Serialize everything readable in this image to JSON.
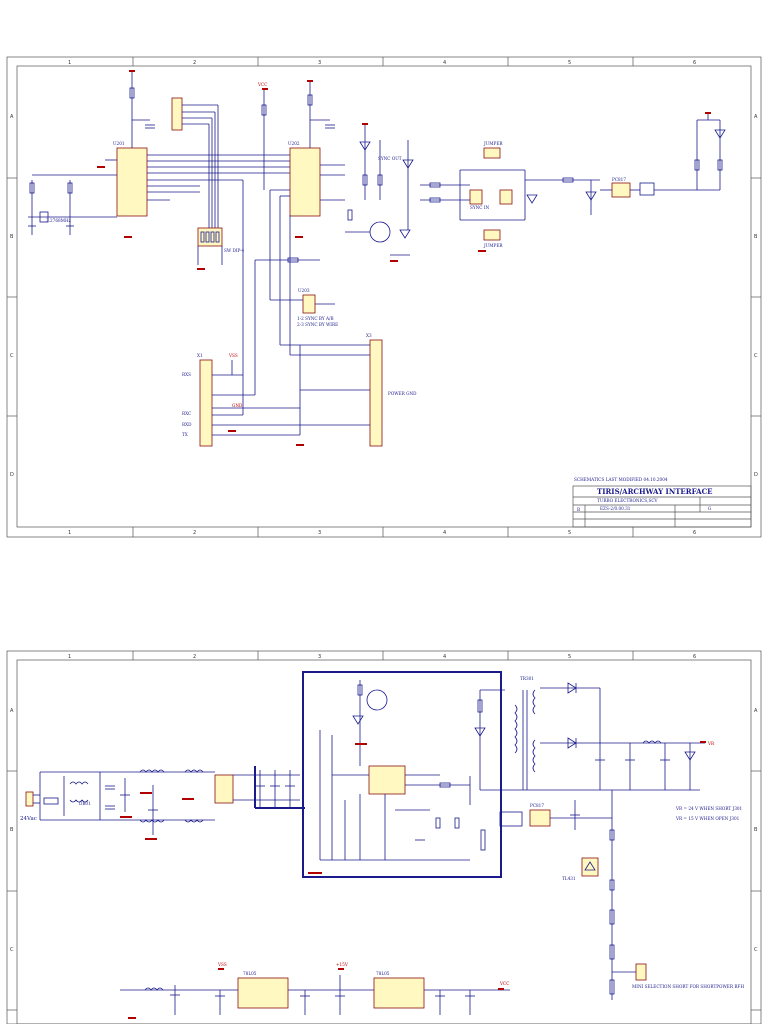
{
  "sheet1": {
    "title_block": {
      "last_modified": "SCHEMATICS LAST MODIFIED 04.10.2004",
      "title": "TIRIS/ARCHWAY INTERFACE",
      "company": "TURBO ELECTRONICS,SCV",
      "size": "B",
      "drawing": "EZS-2/0.00.31",
      "rev": "G"
    },
    "labels": {
      "u201": "U201",
      "u202": "U202",
      "u203": "U203",
      "sw201": "SW DIP-4",
      "x1": "X1",
      "x3": "X3",
      "crystal": "3.2768MHz",
      "opto": "PC817",
      "sync_led": "SYNC OUT",
      "sync_in": "SYNC IN",
      "jumper_a": "JUMPER",
      "jumper_b": "JUMPER",
      "sync_note_1": "1-2 SYNC BY A/B",
      "sync_note_2": "2-3 SYNC BY WIRE",
      "rxs": "RXS",
      "rxd": "RXD",
      "txd": "TX",
      "rxc": "RXC",
      "power_gnd": "POWER GND",
      "vcc": "VCC",
      "vss": "VSS",
      "gnd": "GND"
    }
  },
  "sheet2": {
    "labels": {
      "input": "24Vac",
      "bridge": "DB01",
      "transformer": "TR301",
      "opto": "PC817",
      "ref": "TL431",
      "vr": "VR",
      "note_24": "VR = 24 V WHEN SHORT J301",
      "note_15": "VR = 15 V WHEN OPEN J301",
      "note_jumper": "MINI SELECTION SHORT FOR SHORTPOWER BFH",
      "reg1": "78L05",
      "reg2": "78L05",
      "vcc": "VCC",
      "vss": "VSS",
      "plus15": "+15V"
    }
  }
}
